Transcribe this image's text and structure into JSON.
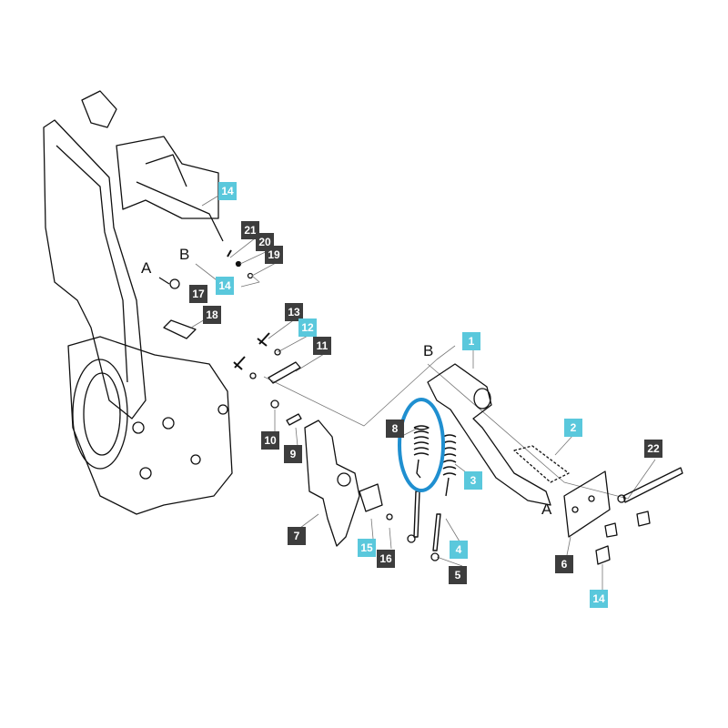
{
  "colors": {
    "dark_label": "#3d3d3d",
    "highlight_label": "#5ac8dc",
    "highlight_ring": "#1f8fd0"
  },
  "callouts": [
    {
      "text": "14",
      "style": "cyan"
    },
    {
      "text": "21",
      "style": "dark"
    },
    {
      "text": "20",
      "style": "dark"
    },
    {
      "text": "19",
      "style": "dark"
    },
    {
      "text": "14",
      "style": "cyan"
    },
    {
      "text": "17",
      "style": "dark"
    },
    {
      "text": "18",
      "style": "dark"
    },
    {
      "text": "13",
      "style": "dark"
    },
    {
      "text": "12",
      "style": "cyan"
    },
    {
      "text": "11",
      "style": "dark"
    },
    {
      "text": "1",
      "style": "cyan"
    },
    {
      "text": "2",
      "style": "cyan"
    },
    {
      "text": "8",
      "style": "dark"
    },
    {
      "text": "10",
      "style": "dark"
    },
    {
      "text": "9",
      "style": "dark"
    },
    {
      "text": "3",
      "style": "cyan"
    },
    {
      "text": "22",
      "style": "dark"
    },
    {
      "text": "7",
      "style": "dark"
    },
    {
      "text": "15",
      "style": "cyan"
    },
    {
      "text": "16",
      "style": "dark"
    },
    {
      "text": "4",
      "style": "cyan"
    },
    {
      "text": "5",
      "style": "dark"
    },
    {
      "text": "6",
      "style": "dark"
    },
    {
      "text": "14",
      "style": "cyan"
    }
  ],
  "reference_letters": [
    "B",
    "A",
    "B",
    "A"
  ]
}
